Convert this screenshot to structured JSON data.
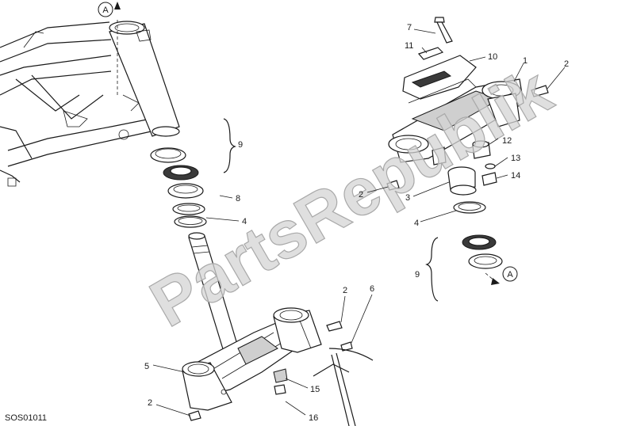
{
  "drawing_code": "SOS01011",
  "watermark": "PartsRepublik",
  "ref_arrow_label": "A",
  "callouts": [
    {
      "id": "c9-left",
      "text": "9"
    },
    {
      "id": "c8",
      "text": "8"
    },
    {
      "id": "c4-left",
      "text": "4"
    },
    {
      "id": "c5",
      "text": "5"
    },
    {
      "id": "c2-bottom",
      "text": "2"
    },
    {
      "id": "c2-clamp",
      "text": "2"
    },
    {
      "id": "c6",
      "text": "6"
    },
    {
      "id": "c15",
      "text": "15"
    },
    {
      "id": "c16",
      "text": "16"
    },
    {
      "id": "c7",
      "text": "7"
    },
    {
      "id": "c11",
      "text": "11"
    },
    {
      "id": "c10",
      "text": "10"
    },
    {
      "id": "c1",
      "text": "1"
    },
    {
      "id": "c2-top",
      "text": "2"
    },
    {
      "id": "c12",
      "text": "12"
    },
    {
      "id": "c13",
      "text": "13"
    },
    {
      "id": "c14",
      "text": "14"
    },
    {
      "id": "c2-mid",
      "text": "2"
    },
    {
      "id": "c3",
      "text": "3"
    },
    {
      "id": "c4-right",
      "text": "4"
    },
    {
      "id": "c9-right",
      "text": "9"
    }
  ]
}
